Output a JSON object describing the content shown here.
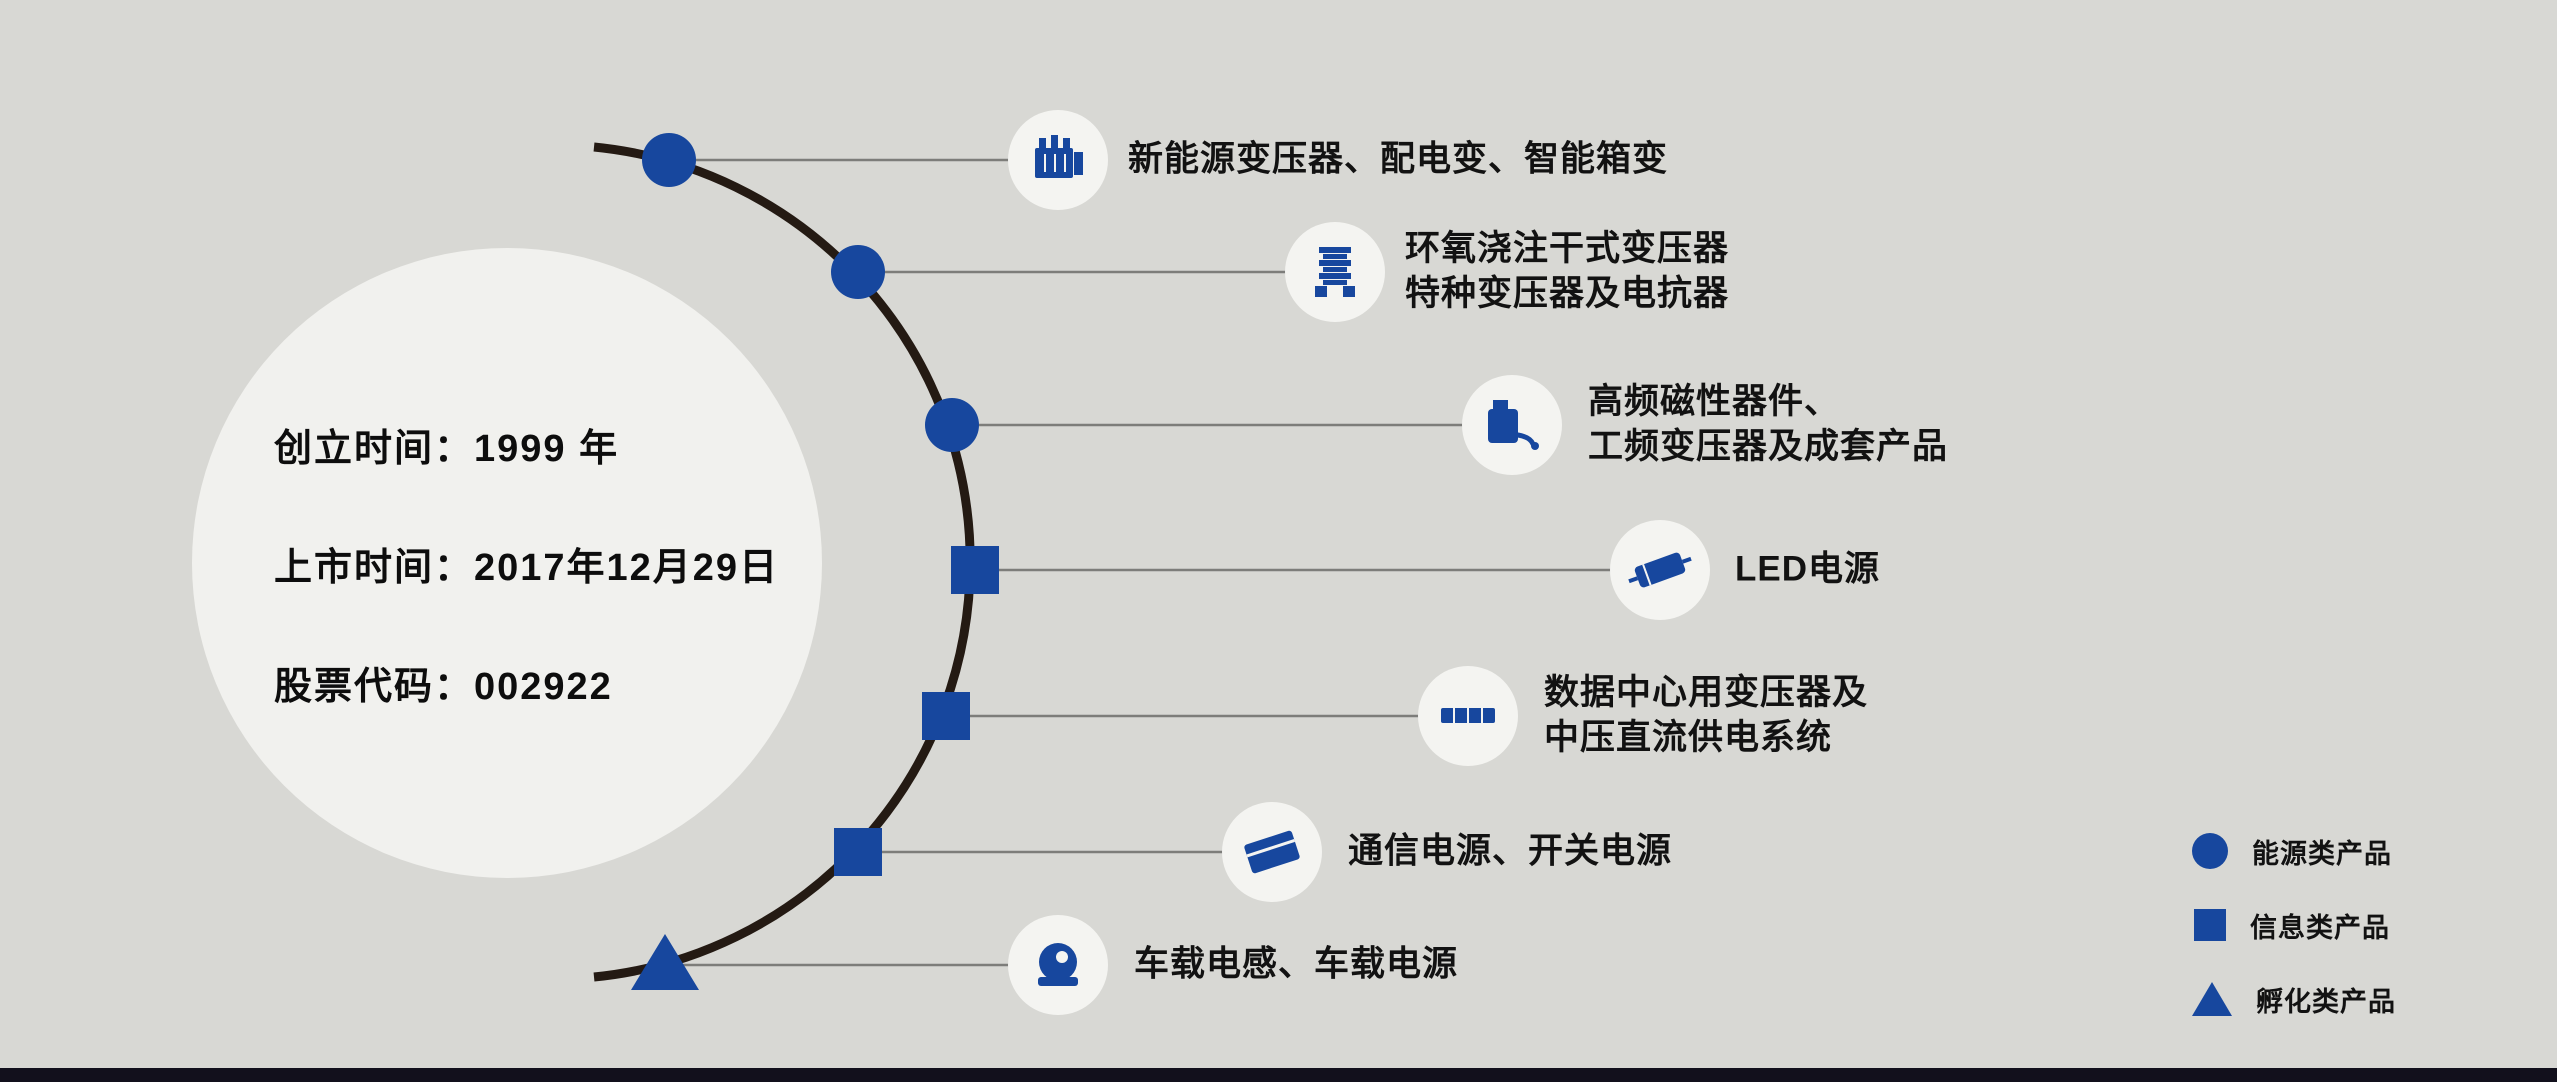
{
  "info_circle": {
    "lines": [
      "创立时间：1999 年",
      "上市时间：2017年12月29日",
      "股票代码：002922"
    ]
  },
  "timeline": {
    "items": [
      {
        "marker": "circle",
        "icon": "transformer-icon",
        "label_lines": [
          "新能源变压器、配电变、智能箱变"
        ]
      },
      {
        "marker": "circle",
        "icon": "dry-transformer-icon",
        "label_lines": [
          "环氧浇注干式变压器",
          "特种变压器及电抗器"
        ]
      },
      {
        "marker": "circle",
        "icon": "magnetic-device-icon",
        "label_lines": [
          "高频磁性器件、",
          "工频变压器及成套产品"
        ]
      },
      {
        "marker": "square",
        "icon": "led-power-icon",
        "label_lines": [
          "LED电源"
        ]
      },
      {
        "marker": "square",
        "icon": "data-center-icon",
        "label_lines": [
          "数据中心用变压器及",
          "中压直流供电系统"
        ]
      },
      {
        "marker": "square",
        "icon": "comm-power-icon",
        "label_lines": [
          "通信电源、开关电源"
        ]
      },
      {
        "marker": "triangle",
        "icon": "vehicle-power-icon",
        "label_lines": [
          "车载电感、车载电源"
        ]
      }
    ]
  },
  "legend": {
    "items": [
      {
        "marker": "circle",
        "label": "能源类产品"
      },
      {
        "marker": "square",
        "label": "信息类产品"
      },
      {
        "marker": "triangle",
        "label": "孵化类产品"
      }
    ]
  },
  "colors": {
    "accent_blue": "#17479e",
    "arc_dark": "#241a13",
    "background": "#d8d8d4",
    "icon_disc": "#f4f4f1",
    "info_circle_bg": "#f1f1ee",
    "connector_gray": "#7d7d7a",
    "bottom_bar": "#12101c"
  }
}
